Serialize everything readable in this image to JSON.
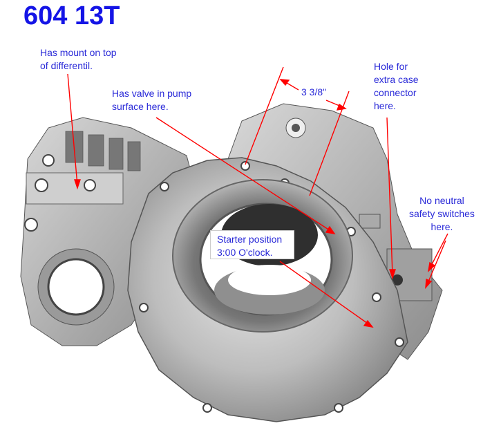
{
  "title": "604 13T",
  "annotations": {
    "mount": "Has mount on top\nof differentil.",
    "valve": "Has valve in pump\nsurface here.",
    "distance": "3 3/8\"",
    "hole": "Hole for\nextra case\nconnector\nhere.",
    "neutral": "No neutral\nsafety switches\nhere.",
    "starter": "Starter position\n3:00 O'clock."
  },
  "colors": {
    "title": "#1414e6",
    "label_text": "#2a2ad8",
    "arrow": "#ff0000"
  }
}
